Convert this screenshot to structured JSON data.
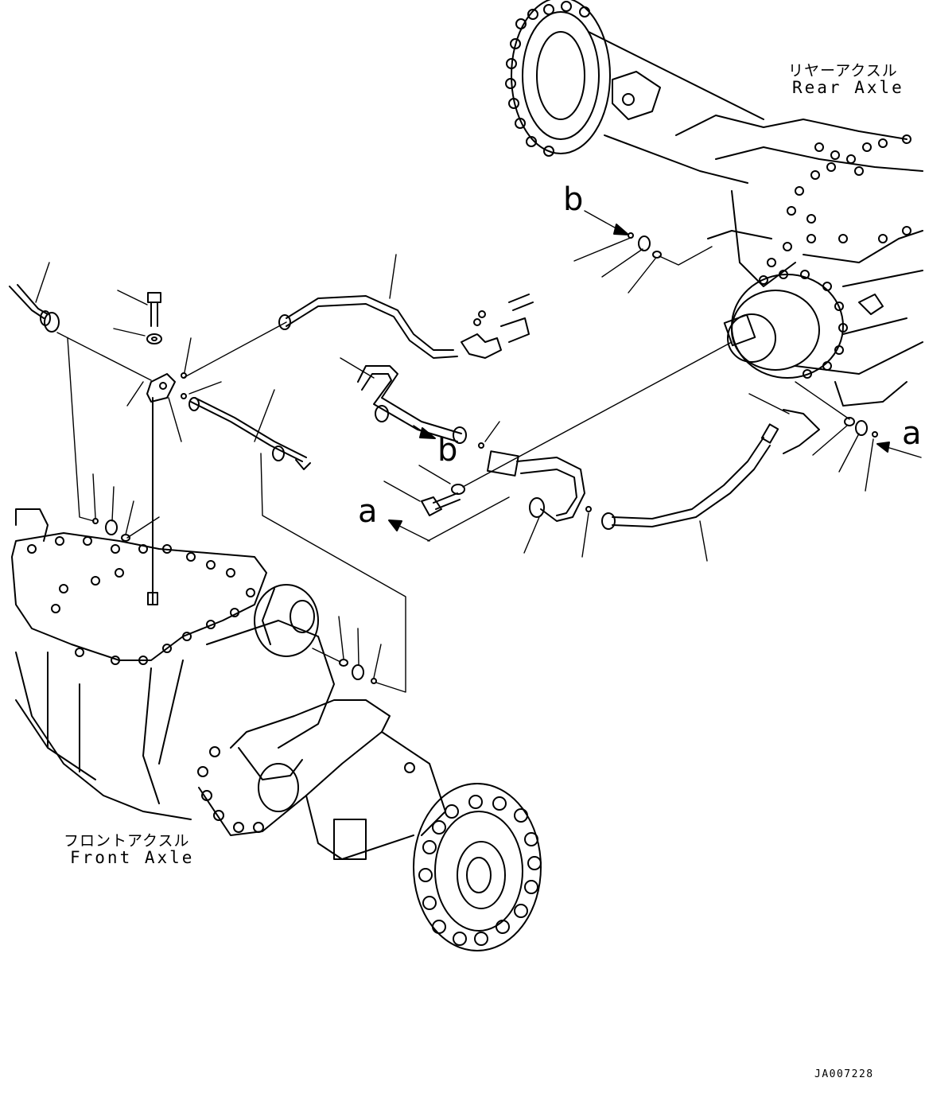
{
  "labels": {
    "rear_axle_jp": "リヤーアクスル",
    "rear_axle_en": "Rear Axle",
    "front_axle_jp": "フロントアクスル",
    "front_axle_en": "Front Axle",
    "marker_b_top": "b",
    "marker_b_mid": "b",
    "marker_a_right": "a",
    "marker_a_left": "a",
    "drawing_code": "JA007228"
  }
}
